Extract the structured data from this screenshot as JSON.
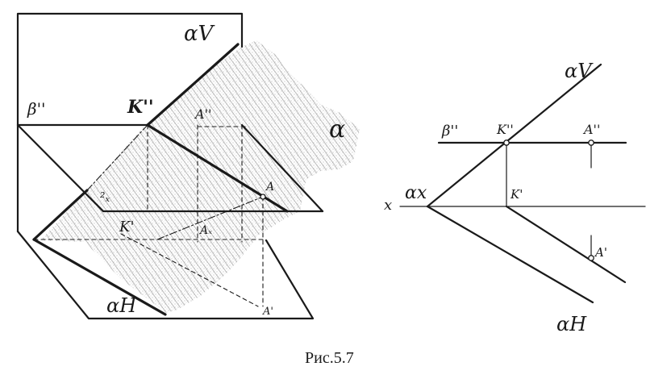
{
  "caption": "Рис.5.7",
  "left": {
    "labels": {
      "alpha_v": "αV",
      "beta": "β''",
      "k2": "K''",
      "a2": "A''",
      "alpha": "α",
      "k1": "K'",
      "ax": "Aₓ",
      "a_low": "A",
      "a1": "A'",
      "alpha_h": "αH",
      "small_mark": "²ₓ"
    }
  },
  "right": {
    "labels": {
      "alpha_v": "αV",
      "beta": "β''",
      "k2": "K''",
      "a2": "A''",
      "x": "x",
      "alpha_x": "αx",
      "k1": "K'",
      "a1": "A'",
      "alpha_h": "αH"
    }
  },
  "colors": {
    "ink": "#1a1a1a",
    "hatch": "#8a8a8a",
    "background": "#ffffff"
  }
}
